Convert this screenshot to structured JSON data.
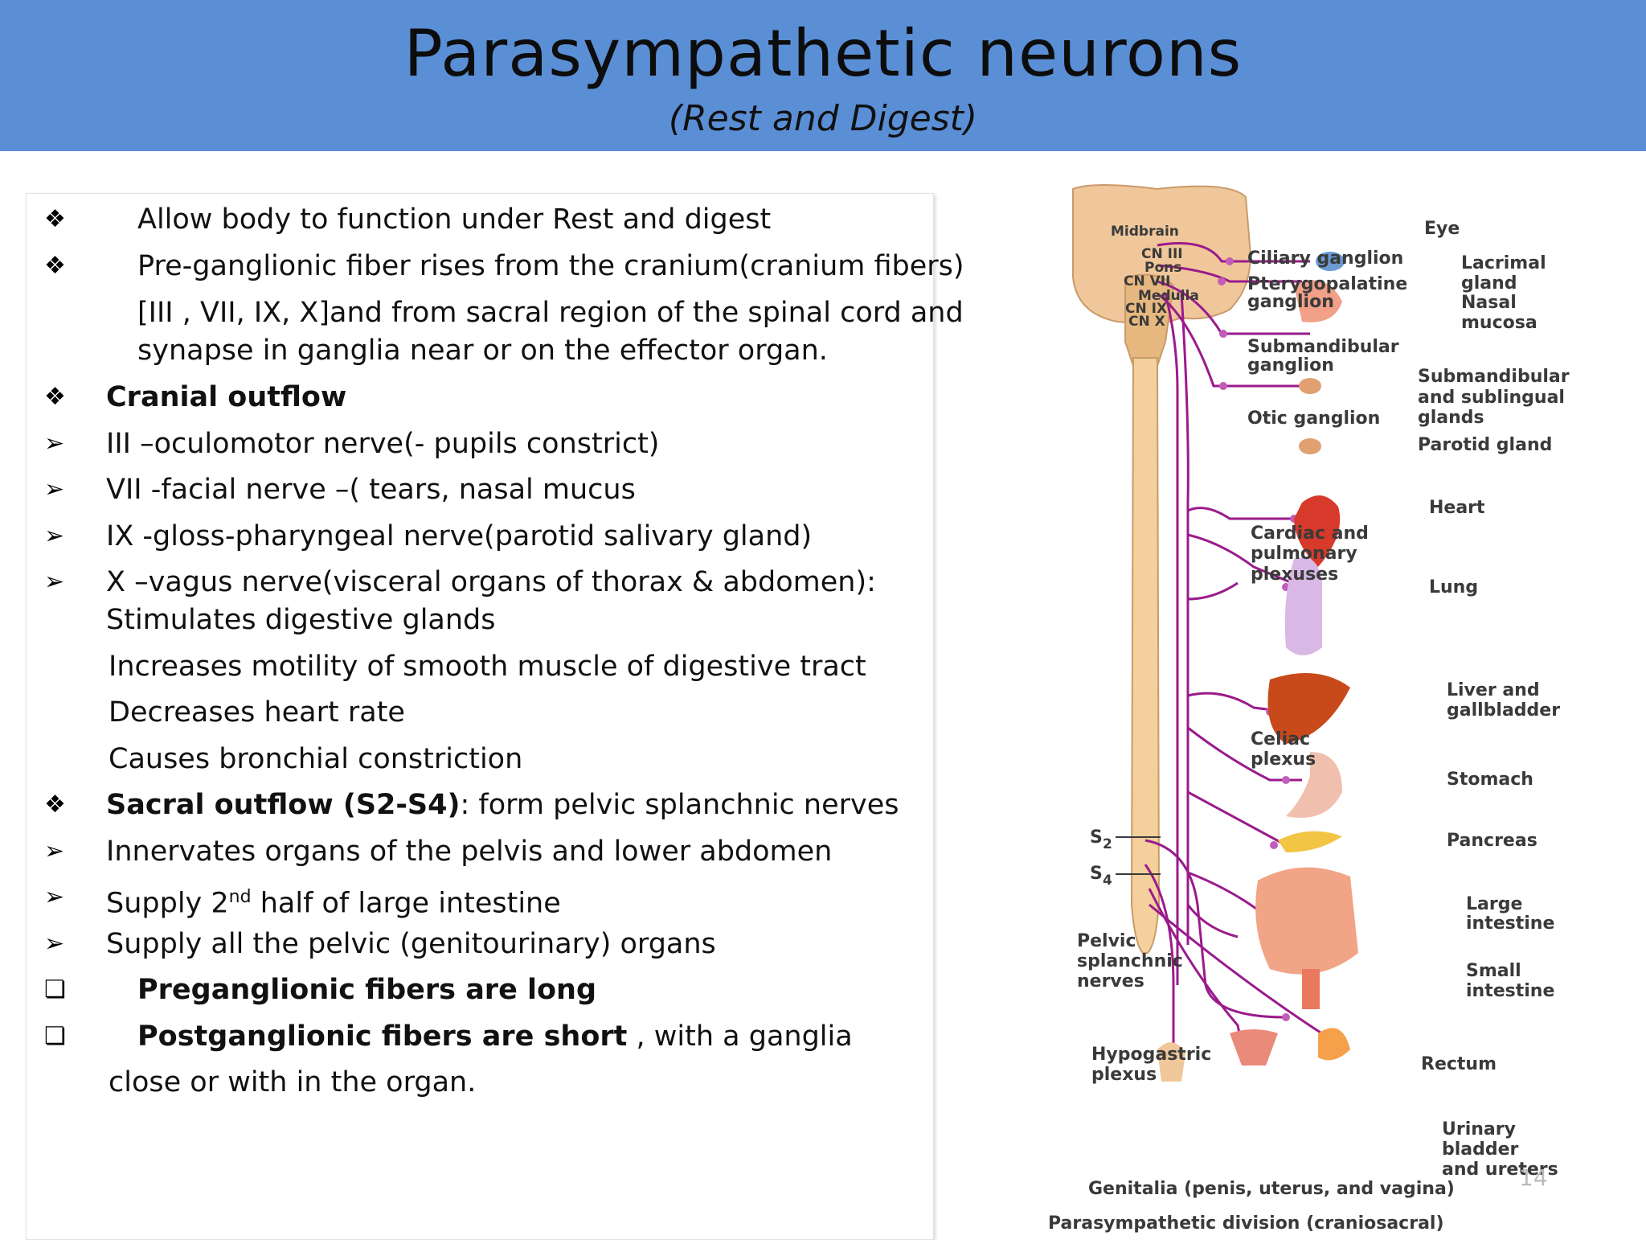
{
  "header": {
    "title": "Parasympathetic neurons",
    "subtitle": "(Rest and Digest)"
  },
  "colors": {
    "header_bg": "#5a8fd6",
    "nerve": "#9a1b8c"
  },
  "body_lines": [
    "Allow body to function under Rest and digest",
    "Pre-ganglionic  fiber rises from the cranium(cranium fibers)",
    "[III , VII, IX, X]and from sacral region of the spinal cord and",
    "synapse in ganglia near or on the effector    organ.",
    "Cranial outflow",
    "III –oculomotor nerve(- pupils constrict)",
    "VII -facial nerve –( tears, nasal mucus",
    "IX -gloss-pharyngeal nerve(parotid salivary gland)",
    "X –vagus nerve(visceral organs of thorax & abdomen):",
    "Stimulates digestive glands",
    "Increases motility of smooth muscle of digestive tract",
    "Decreases heart rate",
    "Causes bronchial constriction",
    "Sacral outflow (S2-S4)",
    ": form pelvic splanchnic nerves",
    "Innervates organs of the pelvis and lower abdomen",
    "Supply 2",
    "nd",
    " half of large intestine",
    "Supply all the pelvic (genitourinary) organs",
    "Preganglionic fibers are long",
    "Postganglionic fibers are short",
    " , with a ganglia",
    "close or with in the organ."
  ],
  "bullets": {
    "diamond": "❖",
    "arrow": "➢",
    "box": "❏"
  },
  "diagram": {
    "brain_labels": [
      "Midbrain",
      "CN III",
      "Pons",
      "CN VII",
      "Medulla",
      "CN IX",
      "CN X"
    ],
    "ganglia": [
      "Ciliary ganglion",
      "Pterygopalatine",
      "ganglion",
      "Submandibular",
      "ganglion",
      "Otic ganglion"
    ],
    "plexuses": [
      "Cardiac and",
      "pulmonary",
      "plexuses",
      "Celiac",
      "plexus",
      "Hypogastric",
      "plexus"
    ],
    "organs": [
      "Eye",
      "Lacrimal",
      "gland",
      "Nasal",
      "mucosa",
      "Submandibular",
      "and sublingual",
      "glands",
      "Parotid gland",
      "Heart",
      "Lung",
      "Liver and",
      "gallbladder",
      "Stomach",
      "Pancreas",
      "Large",
      "intestine",
      "Small",
      "intestine",
      "Rectum",
      "Urinary",
      "bladder",
      "and ureters"
    ],
    "sacral": [
      "S",
      "2",
      "S",
      "4",
      "Pelvic",
      "splanchnic",
      "nerves"
    ],
    "genitalia": "Genitalia (penis, uterus, and vagina)",
    "caption": "Parasympathetic division (craniosacral)"
  },
  "page_number": "14"
}
